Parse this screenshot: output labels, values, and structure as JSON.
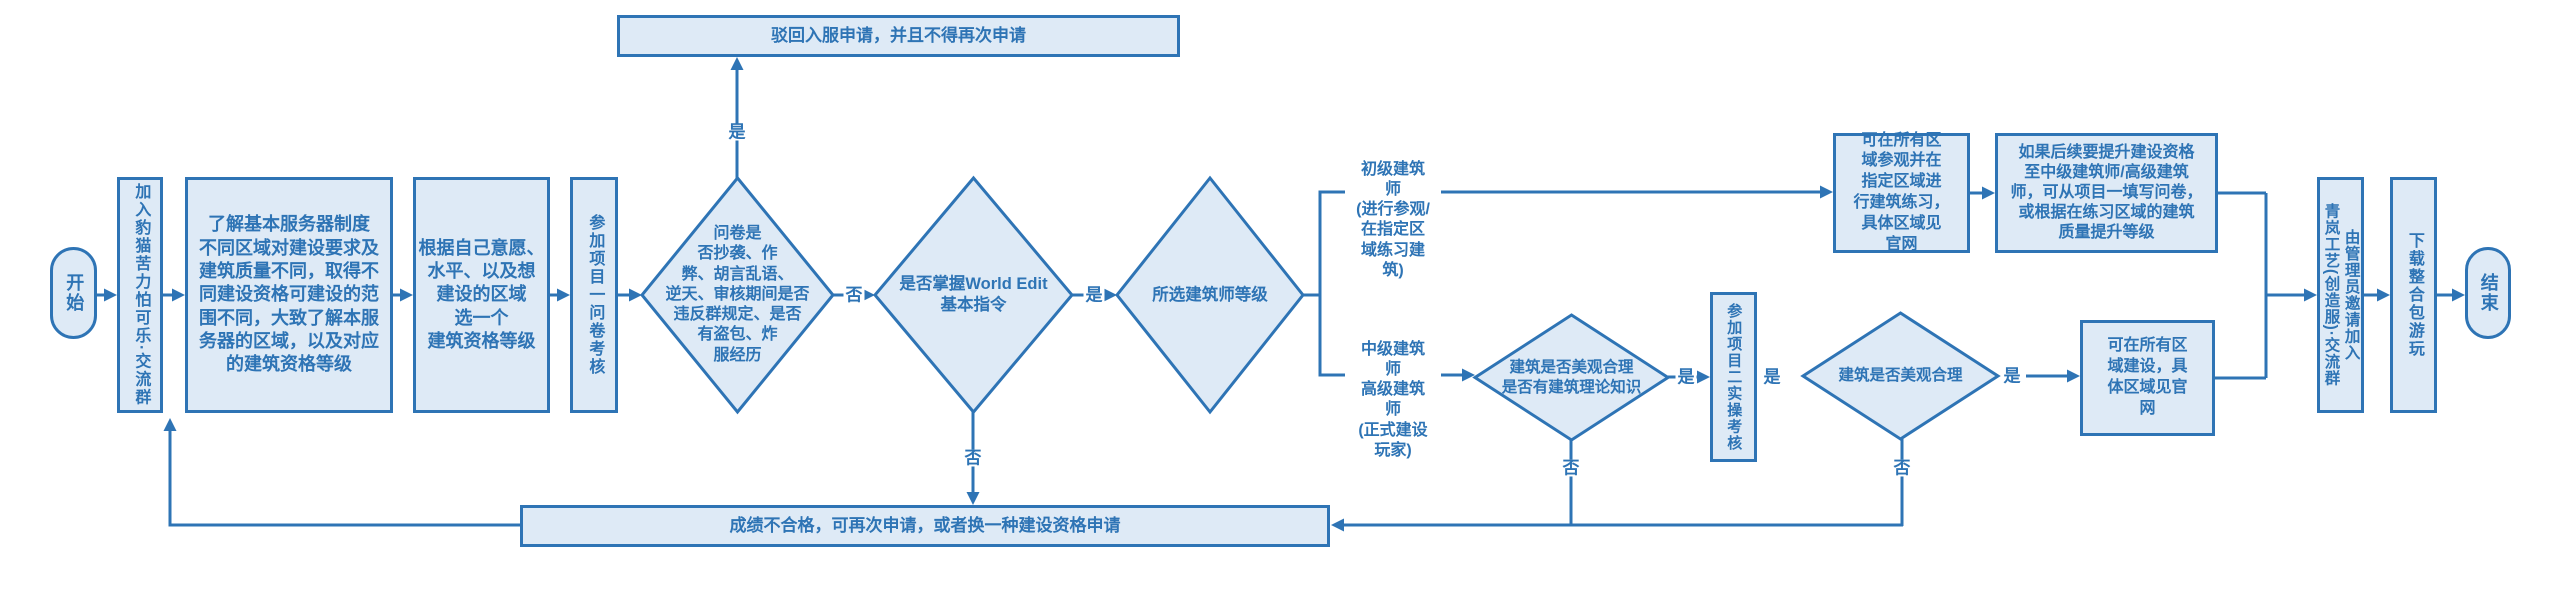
{
  "colors": {
    "stroke": "#2e74b5",
    "fill": "#deeaf6",
    "text": "#2e74b5",
    "bg": "#ffffff"
  },
  "nodes": {
    "start": "开始",
    "join_group": "加入豹猫苦力怕可乐·交流群",
    "learn": "了解基本服务器制度\n不同区域对建设要求及\n建筑质量不同，取得不\n同建设资格可建设的范\n围不同，大致了解本服\n务器的区域，以及对应\n的建筑资格等级",
    "choose": "根据自己意愿、\n水平、以及想\n建设的区域\n选一个\n建筑资格等级",
    "exam1": "参加项目一问卷考核",
    "reject": "驳回入服申请，并且不得再次申请",
    "q_questionnaire": "问卷是\n否抄袭、作\n弊、胡言乱语、\n逆天、审核期间是否\n违反群规定、是否\n有盗包、炸\n服经历",
    "q_worldedit": "是否掌握World Edit\n基本指令",
    "q_level": "所选建筑师等级",
    "q_quality1": "建筑是否美观合理\n是否有建筑理论知识",
    "exam2": "参加项目二实操考核",
    "q_quality2": "建筑是否美观合理",
    "build_all": "可在所有区\n域建设，具\n体区域见官\n网",
    "observe": "可在所有区\n域参观并在\n指定区域进\n行建筑练习，\n具体区域见\n官网",
    "upgrade": "如果后续要提升建设资格\n至中级建筑师/高级建筑\n师，可从项目一填写问卷，\n或根据在练习区域的建筑\n质量提升等级",
    "invite": "由管理员邀请加入\n青岚工艺(创造服)·交流群",
    "download": "下载整合包游玩",
    "end": "结束",
    "fail": "成绩不合格，可再次申请，或者换一种建设资格申请"
  },
  "branch_labels": {
    "junior": "初级建筑\n师\n(进行参观/\n在指定区\n域练习建\n筑)",
    "mid": "中级建筑\n师\n高级建筑\n师\n(正式建设\n玩家)"
  },
  "edge_labels": {
    "yes": "是",
    "no": "否"
  }
}
